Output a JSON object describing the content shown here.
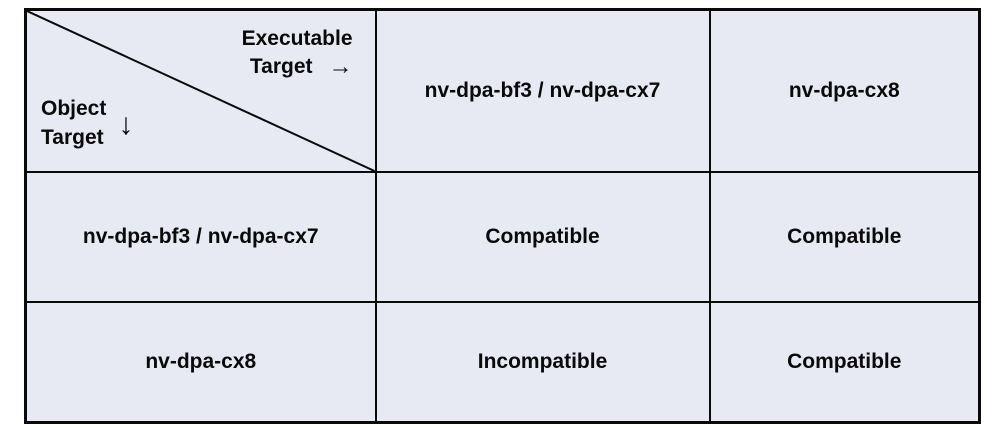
{
  "matrix": {
    "corner": {
      "column_axis_line1": "Executable",
      "column_axis_line2": "Target",
      "column_axis_arrow": "→",
      "column_axis_arrow_name": "arrow-right-icon",
      "row_axis_line1": "Object",
      "row_axis_line2": "Target",
      "row_axis_arrow": "↓",
      "row_axis_arrow_name": "arrow-down-icon"
    },
    "column_headers": [
      "nv-dpa-bf3 / nv-dpa-cx7",
      "nv-dpa-cx8"
    ],
    "row_headers": [
      "nv-dpa-bf3 / nv-dpa-cx7",
      "nv-dpa-cx8"
    ],
    "cells": [
      [
        "Compatible",
        "Compatible"
      ],
      [
        "Incompatible",
        "Compatible"
      ]
    ],
    "colors": {
      "compatible": "#70AD47",
      "incompatible": "#B22222",
      "cell_background": "#E8EAF3",
      "border": "#0A0A0A",
      "text": "#0A0A0A"
    }
  }
}
